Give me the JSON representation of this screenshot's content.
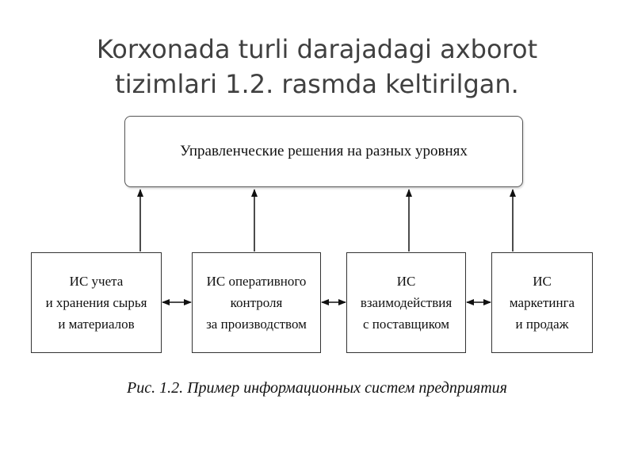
{
  "slide": {
    "title_line1": "Korxonada turli darajadagi axborot",
    "title_line2": "tizimlari 1.2. rasmda keltirilgan."
  },
  "diagram": {
    "top_box": "Управленческие решения на разных уровнях",
    "systems": [
      {
        "lines": [
          "ИС учета",
          "и хранения сырья",
          "и материалов"
        ]
      },
      {
        "lines": [
          "ИС оперативного",
          "контроля",
          "за производством"
        ]
      },
      {
        "lines": [
          "ИС",
          "взаимодействия",
          "с поставщиком"
        ]
      },
      {
        "lines": [
          "ИС",
          "маркетинга",
          "и продаж"
        ]
      }
    ],
    "caption": "Рис. 1.2. Пример информационных систем предприятия"
  }
}
